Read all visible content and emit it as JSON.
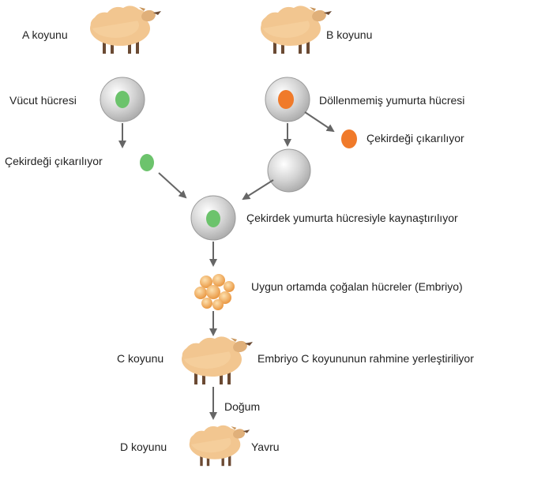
{
  "labels": {
    "sheep_a": "A koyunu",
    "sheep_b": "B koyunu",
    "body_cell": "Vücut hücresi",
    "unfertilized_egg": "Döllenmemiş yumurta hücresi",
    "nucleus_removed_left": "Çekirdeği çıkarılıyor",
    "nucleus_removed_right": "Çekirdeği çıkarılıyor",
    "fusion": "Çekirdek yumurta hücresiyle kaynaştırılıyor",
    "embryo": "Uygun ortamda çoğalan hücreler (Embriyo)",
    "sheep_c": "C koyunu",
    "implant": "Embriyo C koyununun rahmine yerleştiriliyor",
    "birth": "Doğum",
    "sheep_d": "D koyunu",
    "offspring": "Yavru"
  },
  "colors": {
    "wool": "#f2c690",
    "wool_shade": "#d9a96e",
    "legs": "#6b4a33",
    "cell": "#c9c9c9",
    "nucleus_green": "#6cc36c",
    "nucleus_orange": "#f07a2a",
    "embryo": "#f5a64a",
    "arrow": "#666666"
  }
}
